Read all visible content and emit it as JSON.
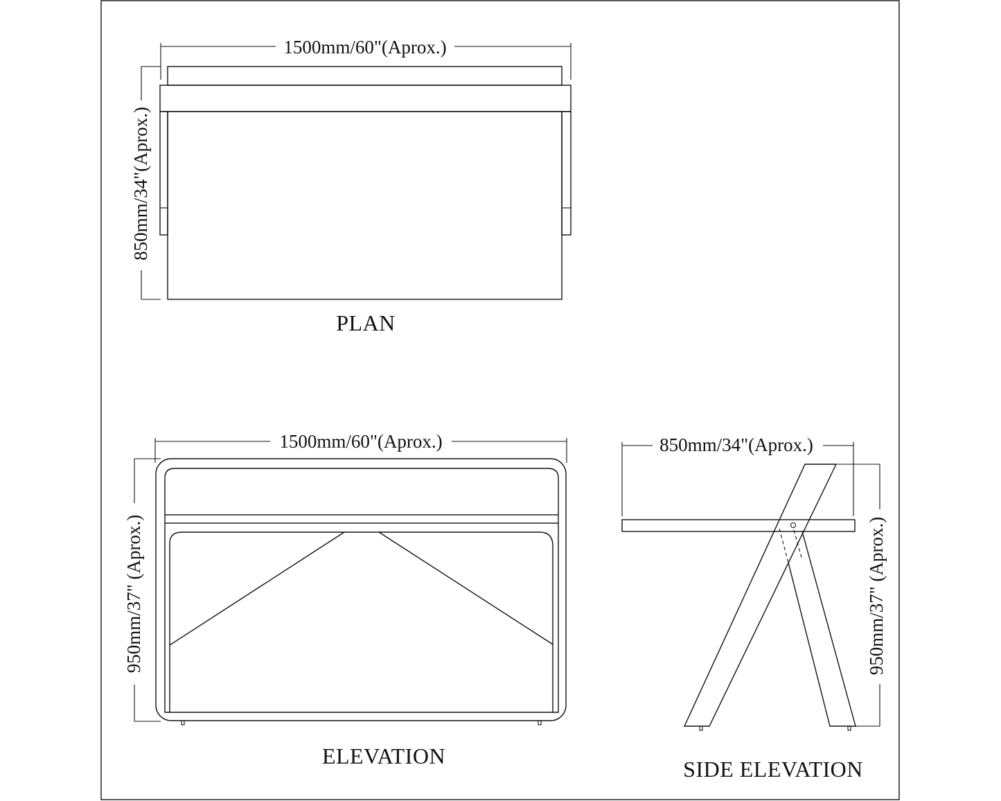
{
  "plan": {
    "title": "PLAN",
    "width_label": "1500mm/60\"(Aprox.)",
    "depth_label": "850mm/34\"(Aprox.)"
  },
  "elevation": {
    "title": "ELEVATION",
    "width_label": "1500mm/60\"(Aprox.)",
    "height_label": "950mm/37\" (Aprox.)"
  },
  "side_elevation": {
    "title": "SIDE ELEVATION",
    "depth_label": "850mm/34\"(Aprox.)",
    "height_label": "950mm/37\" (Aprox.)"
  },
  "colors": {
    "line": "#111111",
    "background": "#ffffff"
  }
}
